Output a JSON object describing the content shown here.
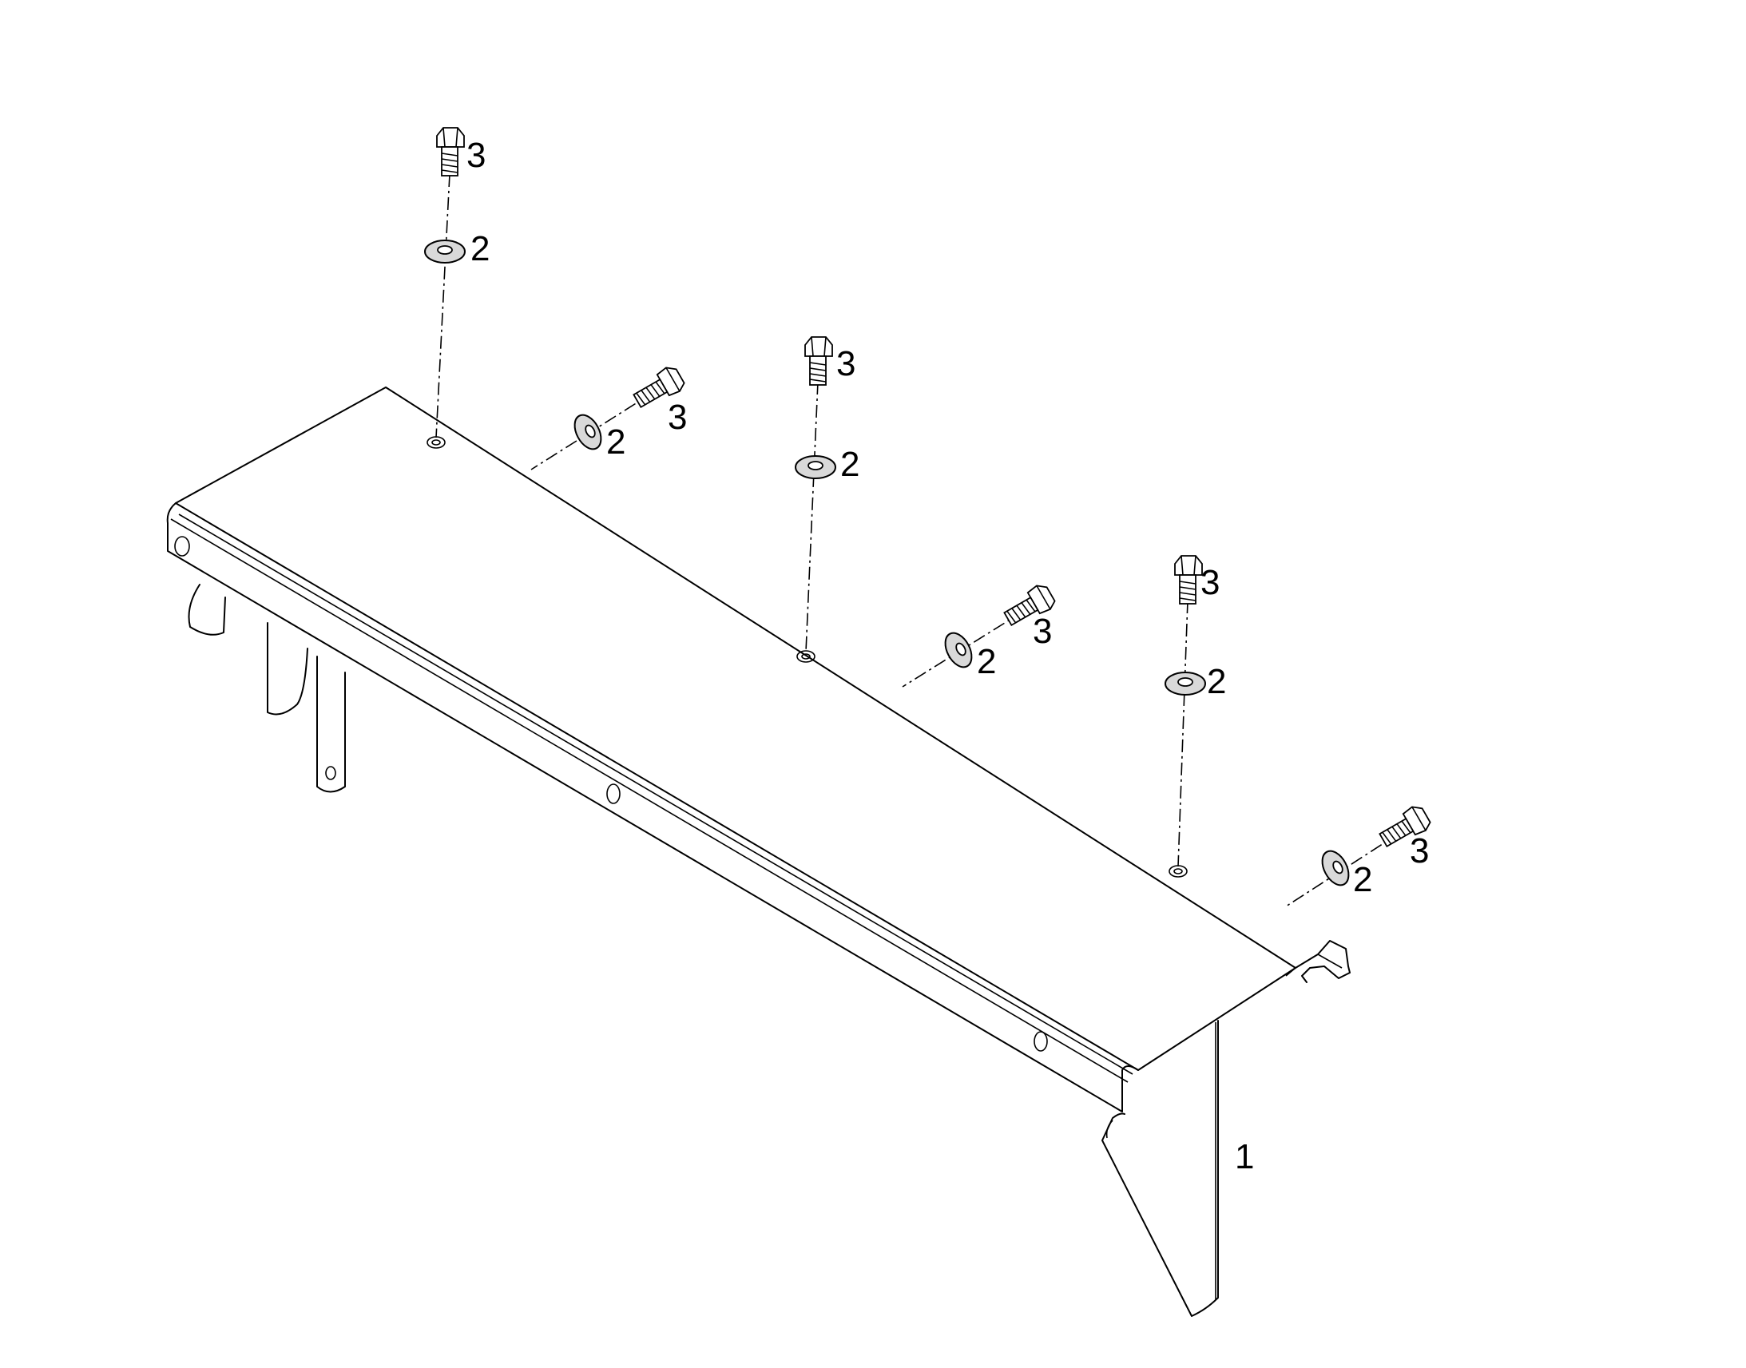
{
  "callouts": [
    {
      "id": "bracket",
      "text": "1"
    },
    {
      "id": "washer",
      "text": "2"
    },
    {
      "id": "bolt",
      "text": "3"
    }
  ]
}
